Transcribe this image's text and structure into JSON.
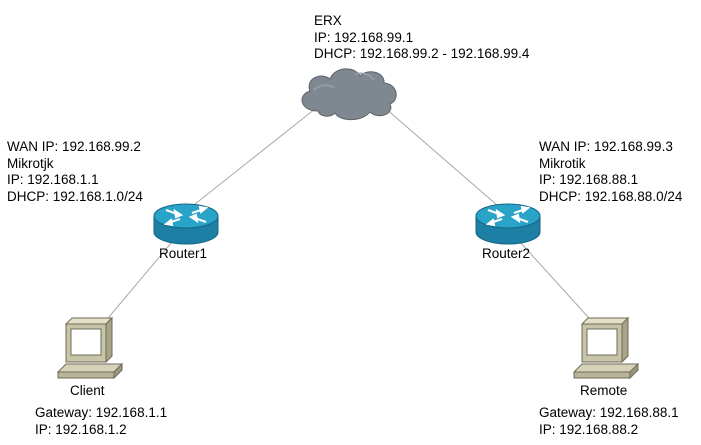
{
  "colors": {
    "link": "#a8a8a8",
    "cloud": "#7f8790",
    "router": "#1f8fb5",
    "router_top": "#2aa3c9",
    "pc_body": "#c8c4a8",
    "pc_screen": "#ffffff"
  },
  "erx": {
    "name": "ERX",
    "ip": "IP: 192.168.99.1",
    "dhcp": "DHCP: 192.168.99.2 - 192.168.99.4",
    "icon": "cloud-icon"
  },
  "router1": {
    "label": "Router1",
    "icon": "router-icon",
    "info": [
      "WAN IP: 192.168.99.2",
      "Mikrotjk",
      "IP: 192.168.1.1",
      "DHCP: 192.168.1.0/24"
    ]
  },
  "router2": {
    "label": "Router2",
    "icon": "router-icon",
    "info": [
      "WAN IP: 192.168.99.3",
      "Mikrotik",
      "IP: 192.168.88.1",
      "DHCP: 192.168.88.0/24"
    ]
  },
  "client": {
    "label": "Client",
    "icon": "workstation-icon",
    "info": [
      "Gateway: 192.168.1.1",
      "IP: 192.168.1.2"
    ]
  },
  "remote": {
    "label": "Remote",
    "icon": "workstation-icon",
    "info": [
      "Gateway: 192.168.88.1",
      "IP: 192.168.88.2"
    ]
  }
}
